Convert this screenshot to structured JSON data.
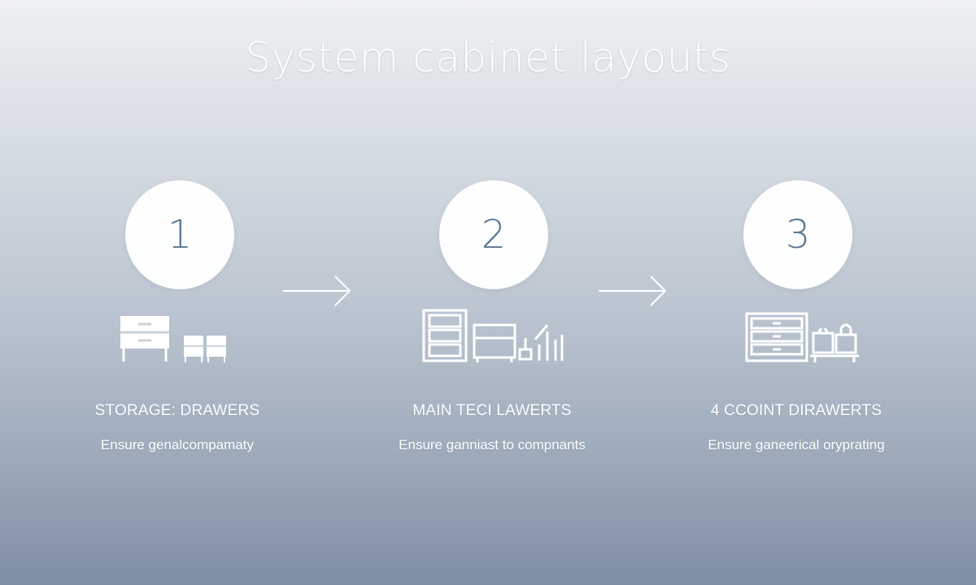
{
  "title": "System cabinet layouts",
  "colors": {
    "number": "#5a7893",
    "icon": "#ffffff",
    "arrow": "#ffffff"
  },
  "steps": [
    {
      "number": "1",
      "label": "STORAGE: DRAWERS",
      "description": "Ensure genalcompamaty",
      "icon": "dresser-and-small-drawers-icon"
    },
    {
      "number": "2",
      "label": "MAIN TECI LAWERTS",
      "description": "Ensure ganniast to compnants",
      "icon": "cabinets-and-tools-icon"
    },
    {
      "number": "3",
      "label": "4 CCOINT DIRAWERTS",
      "description": "Ensure ganeerical oryprating",
      "icon": "drawers-and-cart-icon"
    }
  ]
}
